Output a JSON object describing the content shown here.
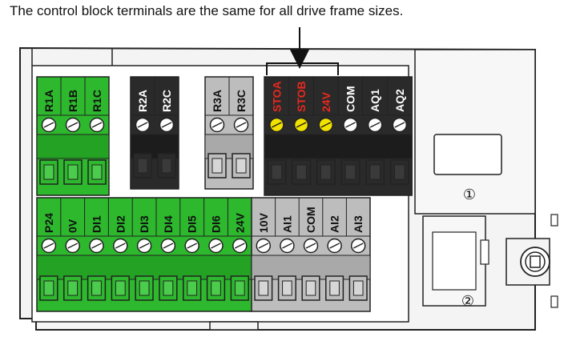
{
  "caption": "The control block terminals are the same for all drive frame sizes.",
  "colors": {
    "green": "#2db82d",
    "black": "#2a2a2a",
    "grey": "#bdbdbd",
    "red_label": "#e8281e",
    "yellow_screw": "#f2e200",
    "housing": "#f4f4f4",
    "outline": "#222222"
  },
  "callouts": [
    "①",
    "②"
  ],
  "terminal_blocks": {
    "relay_1": {
      "color": "green",
      "labels": [
        "R1A",
        "R1B",
        "R1C"
      ]
    },
    "relay_2": {
      "color": "black",
      "labels": [
        "R2A",
        "R2C"
      ]
    },
    "relay_3": {
      "color": "grey",
      "labels": [
        "R3A",
        "R3C"
      ]
    },
    "safety_analog_out": {
      "color": "black",
      "labels": [
        "STOA",
        "STOB",
        "24V",
        "COM",
        "AQ1",
        "AQ2"
      ],
      "red_labels": [
        "STOA",
        "STOB",
        "24V"
      ]
    },
    "digital_io": {
      "color": "green",
      "labels": [
        "P24",
        "0V",
        "DI1",
        "DI2",
        "DI3",
        "DI4",
        "DI5",
        "DI6",
        "24V"
      ]
    },
    "analog_in": {
      "color": "grey",
      "labels": [
        "10V",
        "AI1",
        "COM",
        "AI2",
        "AI3"
      ]
    }
  }
}
